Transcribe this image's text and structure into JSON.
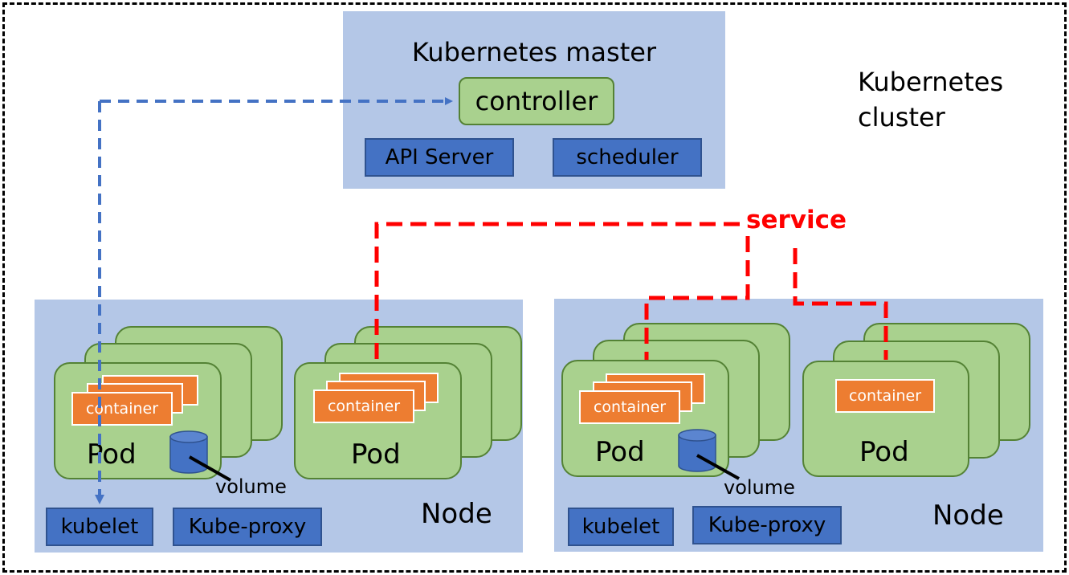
{
  "cluster": {
    "label_line1": "Kubernetes",
    "label_line2": "cluster"
  },
  "master": {
    "title": "Kubernetes master",
    "controller": "controller",
    "api_server": "API Server",
    "scheduler": "scheduler"
  },
  "service": {
    "label": "service"
  },
  "nodes": [
    {
      "label": "Node",
      "kubelet": "kubelet",
      "kube_proxy": "Kube-proxy",
      "pods": [
        {
          "label": "Pod",
          "container": "container",
          "volume": "volume"
        },
        {
          "label": "Pod",
          "container": "container"
        }
      ]
    },
    {
      "label": "Node",
      "kubelet": "kubelet",
      "kube_proxy": "Kube-proxy",
      "pods": [
        {
          "label": "Pod",
          "container": "container",
          "volume": "volume"
        },
        {
          "label": "Pod",
          "container": "container"
        }
      ]
    }
  ],
  "colors": {
    "panel": "#b4c7e7",
    "component": "#4472c4",
    "pod": "#a9d18e",
    "container": "#ed7d31",
    "service_line": "#ff0000",
    "control_line": "#4472c4"
  }
}
